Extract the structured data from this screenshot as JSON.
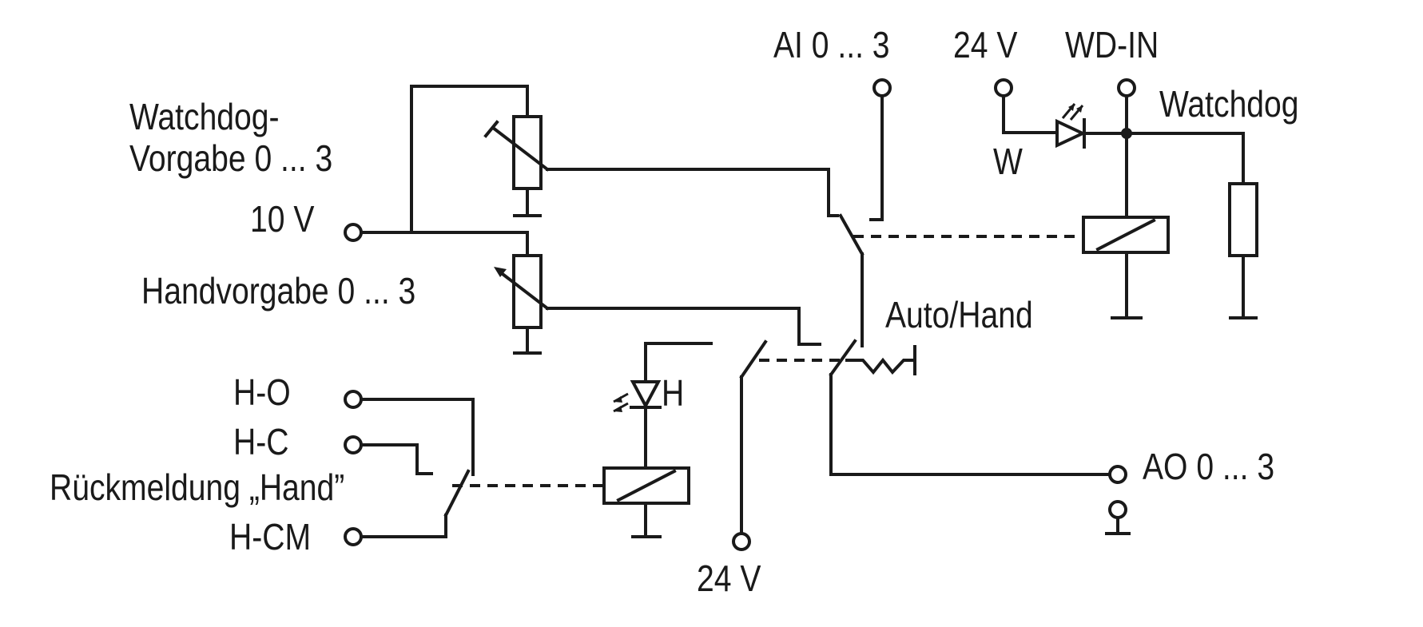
{
  "labels": {
    "ai_0_3": "AI 0 ... 3",
    "supply_24v_top": "24 V",
    "wd_in": "WD-IN",
    "watchdog": "Watchdog",
    "w": "W",
    "watchdog_vorgabe_line1": "Watchdog-",
    "watchdog_vorgabe_line2": "Vorgabe 0 ... 3",
    "ref_10v": "10 V",
    "handvorgabe": "Handvorgabe 0 ... 3",
    "auto_hand": "Auto/Hand",
    "h": "H",
    "h_o": "H-O",
    "h_c": "H-C",
    "rueckmeldung_hand": "Rückmeldung „Hand”",
    "h_cm": "H-CM",
    "ao_0_3": "AO 0 ... 3",
    "supply_24v_bottom": "24 V"
  },
  "colors": {
    "line": "#1a1a1a",
    "background": "#ffffff"
  }
}
